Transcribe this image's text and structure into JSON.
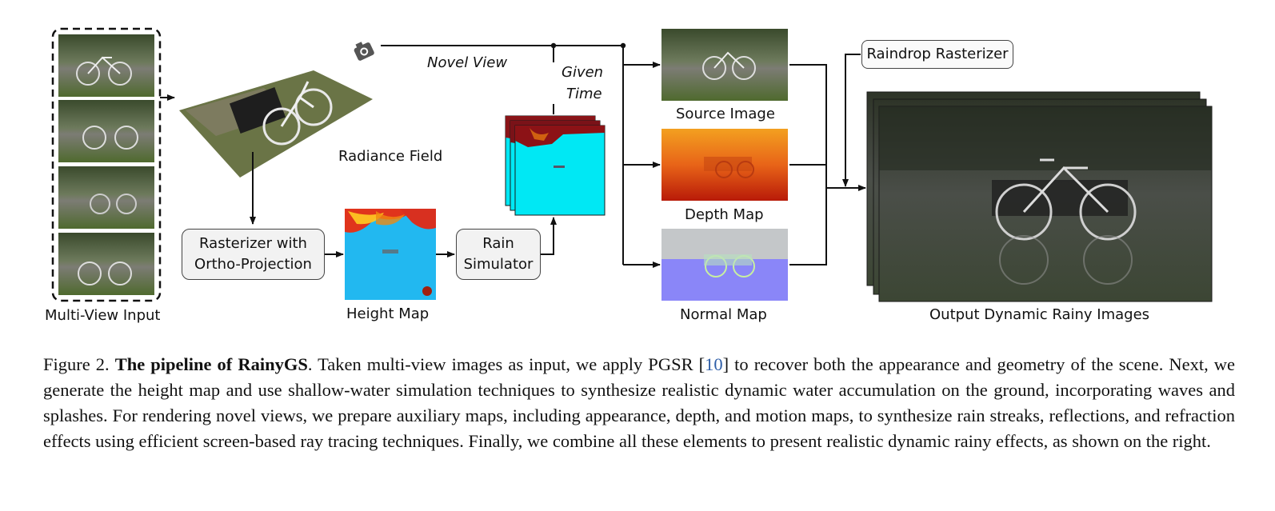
{
  "figure": {
    "labels": {
      "multi_view_input": "Multi-View Input",
      "radiance_field": "Radiance Field",
      "novel_view": "Novel View",
      "given_time_1": "Given",
      "given_time_2": "Time",
      "rasterizer_1": "Rasterizer with",
      "rasterizer_2": "Ortho-Projection",
      "height_map": "Height Map",
      "rain_sim_1": "Rain",
      "rain_sim_2": "Simulator",
      "source_image": "Source Image",
      "depth_map": "Depth Map",
      "normal_map": "Normal Map",
      "raindrop_rasterizer": "Raindrop Rasterizer",
      "output": "Output Dynamic Rainy Images"
    },
    "colors": {
      "grass": "#5d7040",
      "height_blue": "#22b8f0",
      "water_cyan": "#00e8f4",
      "depth_red": "#d83a10",
      "depth_orange": "#f08018",
      "normal_purple": "#8a86f8",
      "output_dark": "#3b4138",
      "arrow": "#111111"
    }
  },
  "caption": {
    "prefix": "Figure 2.  ",
    "title": "The pipeline of RainyGS",
    "text_1": ". Taken multi-view images as input, we apply PGSR [",
    "ref": "10",
    "text_2": "] to recover both the appearance and geometry of the scene. Next, we generate the height map and use shallow-water simulation techniques to synthesize realistic dynamic water accumulation on the ground, incorporating waves and splashes. For rendering novel views, we prepare auxiliary maps, including appearance, depth, and motion maps, to synthesize rain streaks, reflections, and refraction effects using efficient screen-based ray tracing techniques. Finally, we combine all these elements to present realistic dynamic rainy effects, as shown on the right."
  }
}
